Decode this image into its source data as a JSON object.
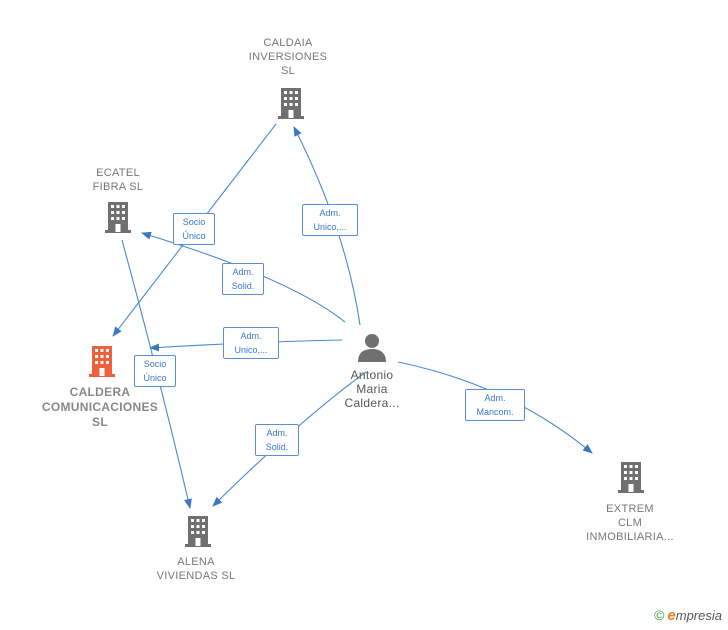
{
  "nodes": {
    "caldaia": {
      "lines": [
        "CALDAIA",
        "INVERSIONES",
        "SL"
      ]
    },
    "ecatel": {
      "lines": [
        "ECATEL",
        "FIBRA  SL"
      ]
    },
    "caldera": {
      "lines": [
        "CALDERA",
        "COMUNICACIONES",
        "SL"
      ]
    },
    "alena": {
      "lines": [
        "ALENA",
        "VIVIENDAS  SL"
      ]
    },
    "extrem": {
      "lines": [
        "EXTREM",
        "CLM",
        "INMOBILIARIA..."
      ]
    },
    "antonio": {
      "lines": [
        "Antonio",
        "Maria",
        "Caldera..."
      ]
    }
  },
  "edges": {
    "socio_unico_1": {
      "lines": [
        "Socio",
        "Único"
      ]
    },
    "socio_unico_2": {
      "lines": [
        "Socio",
        "Único"
      ]
    },
    "adm_unico_1": {
      "lines": [
        "Adm.",
        "Unico,..."
      ]
    },
    "adm_unico_2": {
      "lines": [
        "Adm.",
        "Unico,..."
      ]
    },
    "adm_solid_1": {
      "lines": [
        "Adm.",
        "Solid."
      ]
    },
    "adm_solid_2": {
      "lines": [
        "Adm.",
        "Solid."
      ]
    },
    "adm_mancom": {
      "lines": [
        "Adm.",
        "Mancom."
      ]
    }
  },
  "footer": {
    "copyright": "©",
    "brand_initial": "e",
    "brand_rest": "mpresia"
  },
  "colors": {
    "edge": "#3a78c4",
    "building": "#6f6f6f",
    "building_main": "#f0603c",
    "person": "#6f6f6f"
  }
}
